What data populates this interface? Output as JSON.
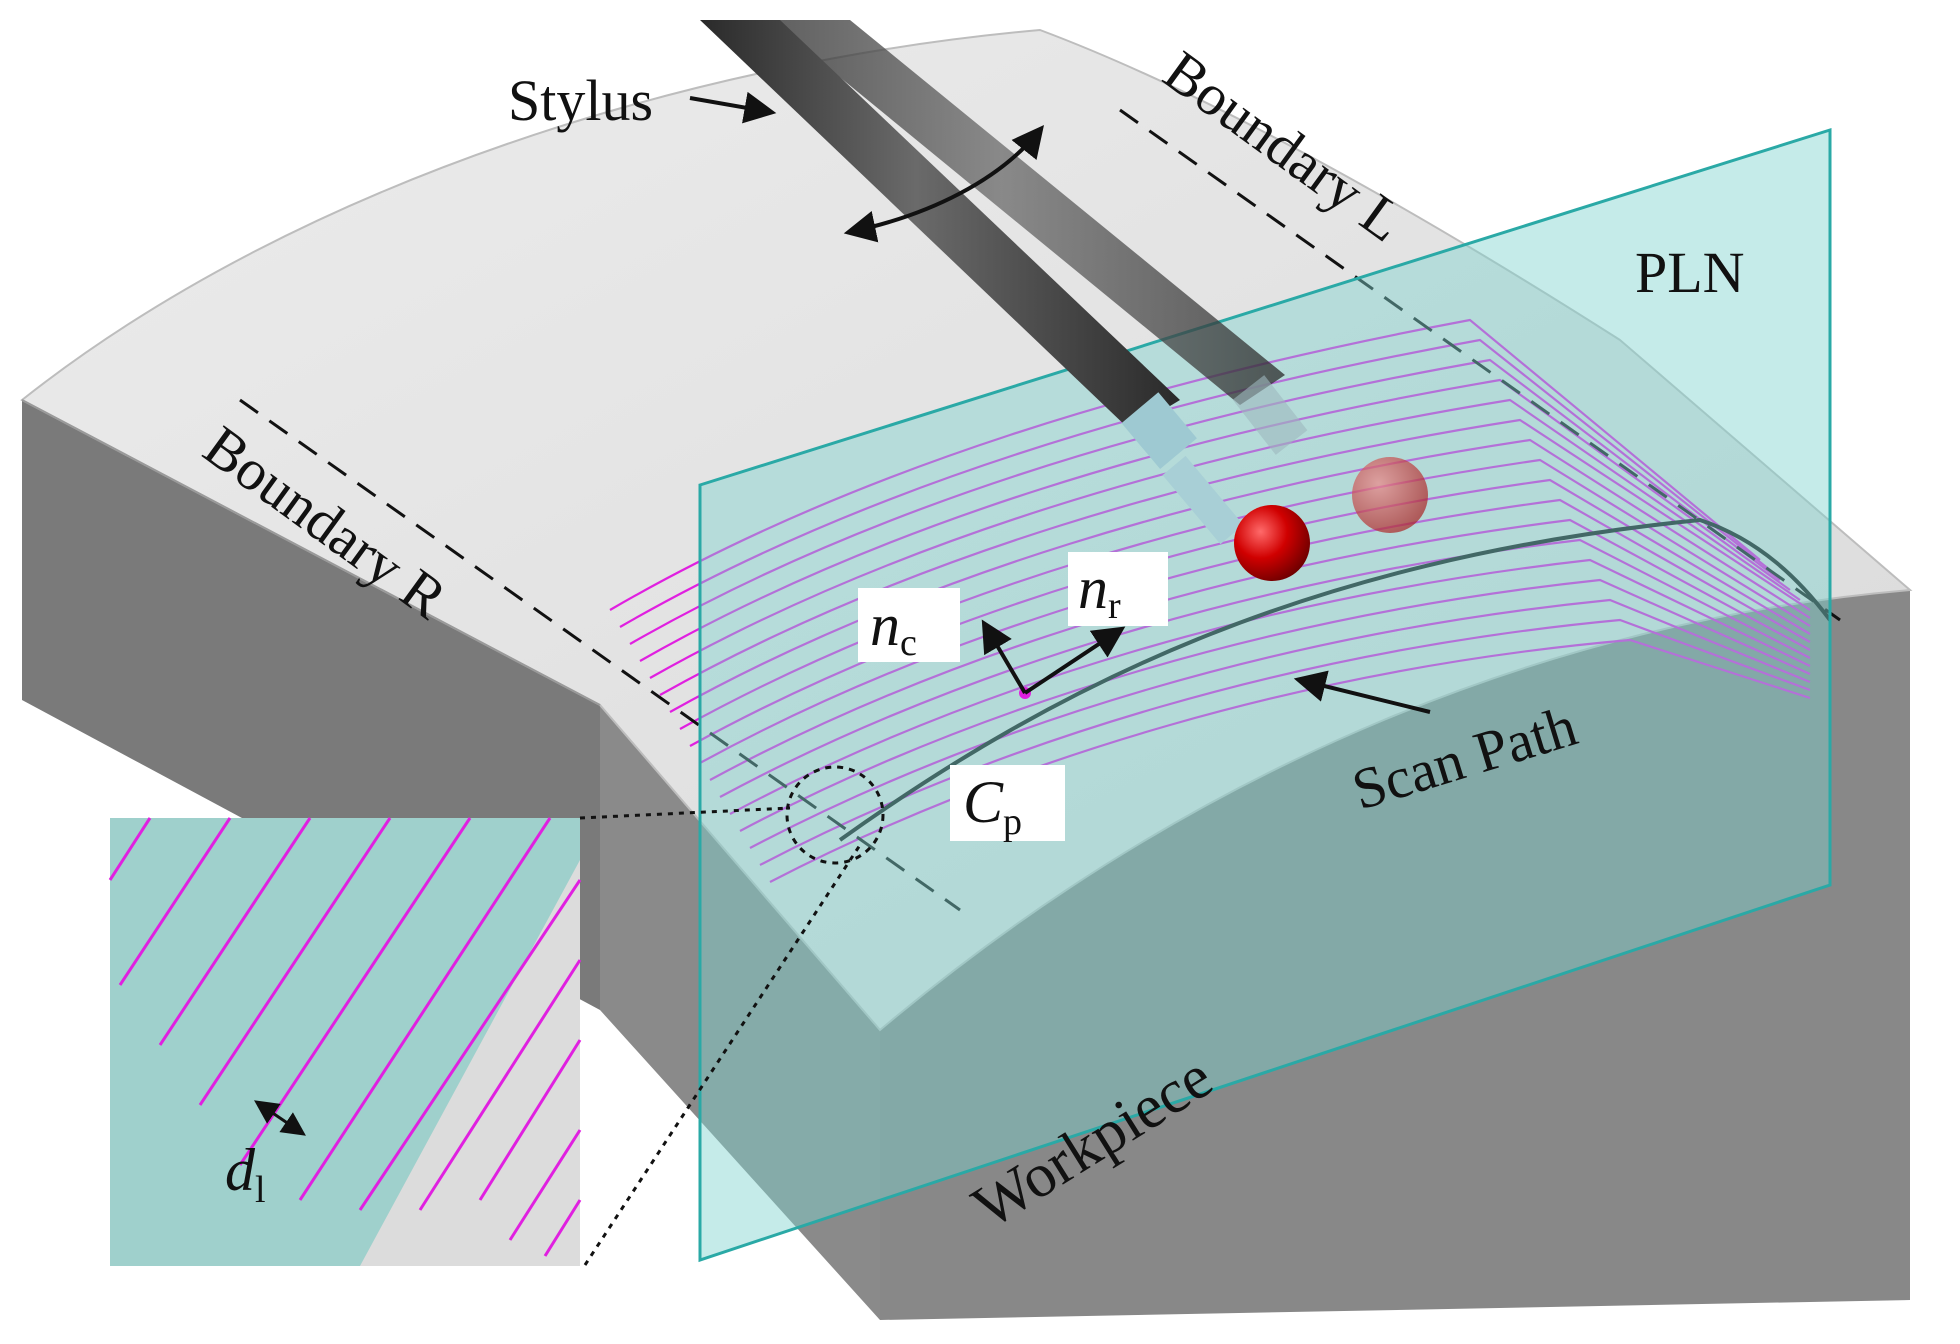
{
  "labels": {
    "stylus": "Stylus",
    "boundary_l": "Boundary L",
    "boundary_r": "Boundary R",
    "pln": "PLN",
    "scan_path": "Scan Path",
    "workpiece": "Workpiece",
    "nc_main": "n",
    "nc_sub": "c",
    "nr_main": "n",
    "nr_sub": "r",
    "cp_main": "C",
    "cp_sub": "p",
    "dl_main": "d",
    "dl_sub": "l"
  },
  "colors": {
    "surface_top": "#e4e4e4",
    "side_dark": "#7d7d7d",
    "plane_fill": "#7fd3cf",
    "plane_edge": "#2aa9a6",
    "scan_lines": "#e020e0",
    "stylus_shaft": "#3b3b3b",
    "probe_ball": "#c00000"
  },
  "icons": [
    "stylus-probe-icon",
    "rotation-arrow-icon",
    "red-ball-tip-icon"
  ]
}
